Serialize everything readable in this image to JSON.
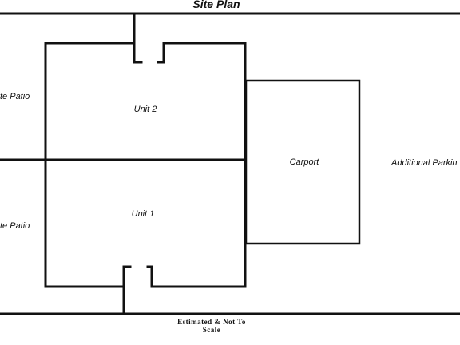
{
  "title": "Site Plan",
  "labels": {
    "left_patio_top": "te Patio",
    "left_patio_bottom": "te Patio",
    "unit2": "Unit 2",
    "unit1": "Unit 1",
    "carport": "Carport",
    "additional_parking": "Additional Parkin"
  },
  "note": {
    "line1": "Estimated & Not To",
    "line2": "Scale"
  }
}
